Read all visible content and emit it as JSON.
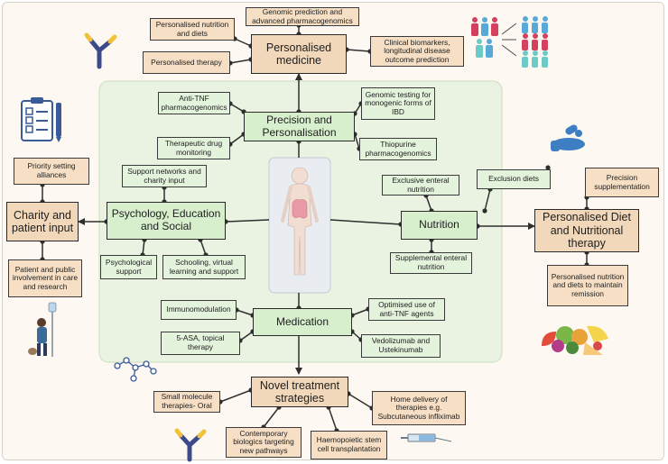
{
  "center": {
    "precision": "Precision and Personalisation",
    "psychology": "Psychology, Education and Social",
    "nutrition": "Nutrition",
    "medication": "Medication"
  },
  "outer": {
    "personalised_medicine": "Personalised medicine",
    "charity": "Charity and patient input",
    "diet": "Personalised Diet and Nutritional therapy",
    "novel": "Novel treatment strategies"
  },
  "personalised_medicine_items": {
    "genomic_prediction": "Genomic prediction and advanced pharmacogenomics",
    "nutrition_diets": "Personalised nutrition and diets",
    "therapy": "Personalised therapy",
    "biomarkers": "Clinical biomarkers, longitudinal disease outcome prediction"
  },
  "precision_items": {
    "anti_tnf": "Anti-TNF pharmacogenomics",
    "genomic_testing": "Genomic testing for monogenic forms of IBD",
    "drug_monitoring": "Therapeutic drug monitoring",
    "thiopurine": "Thiopurine pharmacogenomics"
  },
  "psychology_items": {
    "support_networks": "Support networks and charity input",
    "psych_support": "Psychological support",
    "schooling": "Schooling, virtual learning and support"
  },
  "charity_items": {
    "priority": "Priority setting alliances",
    "involvement": "Patient and public involvement in care and research"
  },
  "nutrition_items": {
    "exclusive": "Exclusive enteral nutrition",
    "exclusion": "Exclusion diets",
    "supplemental": "Supplemental enteral nutrition"
  },
  "diet_items": {
    "precision_supp": "Precision supplementation",
    "remission": "Personalised nutrition and diets to maintain remission"
  },
  "medication_items": {
    "immunomodulation": "Immunomodulation",
    "asa": "5-ASA, topical therapy",
    "optimised_anti_tnf": "Optimised use of anti-TNF agents",
    "vedolizumab": "Vedolizumab and Ustekinumab"
  },
  "novel_items": {
    "small_molecule": "Small molecule therapies- Oral",
    "biologics": "Contemporary biologics targeting new pathways",
    "stem_cell": "Haemopoietic stem cell transplantation",
    "home_delivery": "Home delivery of therapies e.g. Subcutaneous infliximab"
  },
  "icons": [
    "antibody-icon",
    "people-population-icon",
    "clipboard-checklist-icon",
    "hand-with-pills-icon",
    "patient-with-drip-icon",
    "food-basket-icon",
    "molecule-icon",
    "syringe-icon",
    "human-body-gut-icon"
  ],
  "colors": {
    "tan_box": "#f6dfc4",
    "green_box": "#e3f3dc",
    "center_panel": "#eaf3e2",
    "connector": "#2e2e2e"
  }
}
